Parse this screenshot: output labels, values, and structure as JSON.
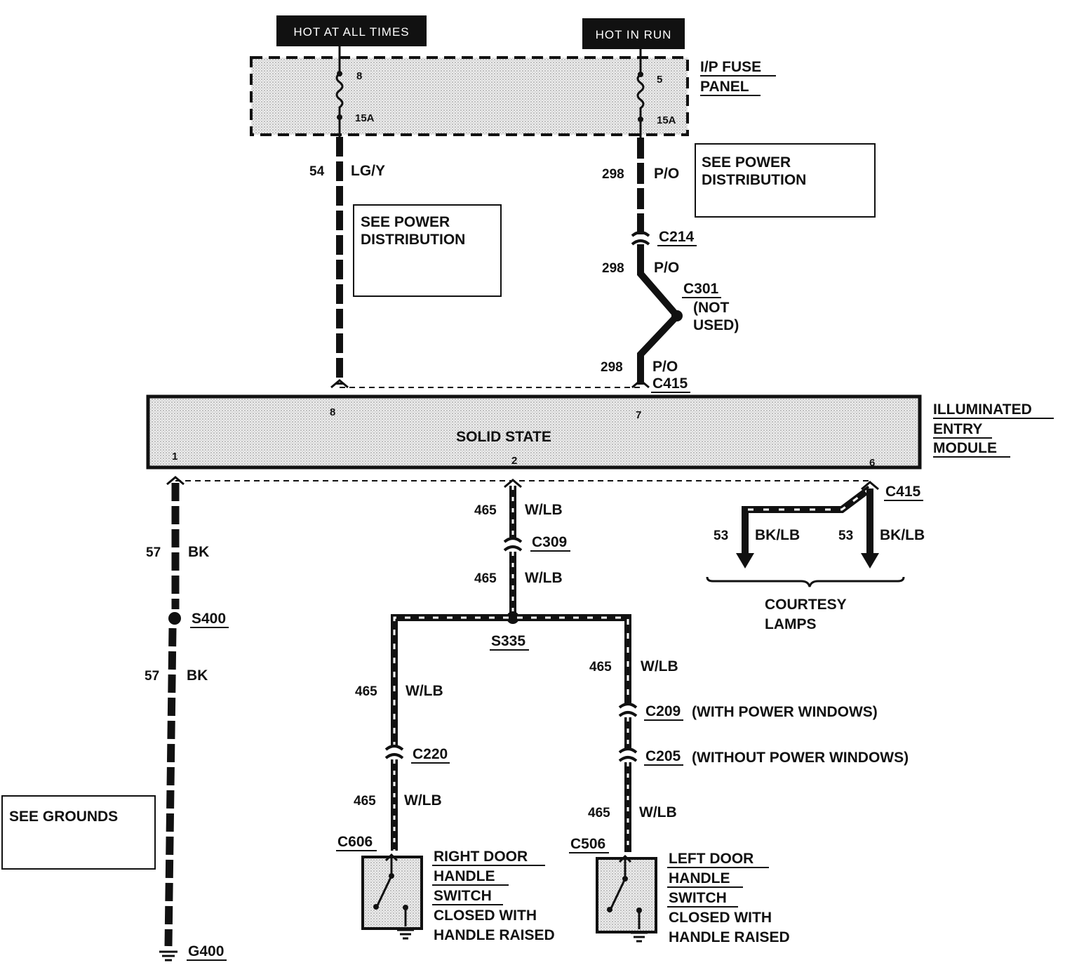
{
  "hot": {
    "always": "HOT AT ALL TIMES",
    "run": "HOT IN RUN"
  },
  "fuse_panel": {
    "title_1": "I/P FUSE",
    "title_2": "PANEL",
    "left_fuse_num": "8",
    "left_fuse_amp": "15A",
    "right_fuse_num": "5",
    "right_fuse_amp": "15A"
  },
  "notes": {
    "power_dist_1": "SEE POWER",
    "power_dist_2": "DISTRIBUTION",
    "grounds": "SEE GROUNDS"
  },
  "wires": {
    "w54": {
      "circuit": "54",
      "color": "LG/Y"
    },
    "w298": {
      "circuit": "298",
      "color": "P/O"
    },
    "w57": {
      "circuit": "57",
      "color": "BK"
    },
    "w465": {
      "circuit": "465",
      "color": "W/LB"
    },
    "w53": {
      "circuit": "53",
      "color": "BK/LB"
    }
  },
  "connectors": {
    "c214": "C214",
    "c301": "C301",
    "c301_note_1": "(NOT",
    "c301_note_2": "USED)",
    "c415": "C415",
    "c309": "C309",
    "c220": "C220",
    "c209": "C209",
    "c209_note": "(WITH POWER WINDOWS)",
    "c205": "C205",
    "c205_note": "(WITHOUT POWER WINDOWS)",
    "c606": "C606",
    "c506": "C506"
  },
  "splices": {
    "s400": "S400",
    "s335": "S335"
  },
  "ground": {
    "g400": "G400"
  },
  "module": {
    "label_1": "ILLUMINATED",
    "label_2": "ENTRY",
    "label_3": "MODULE",
    "inner": "SOLID STATE",
    "pin_top_left": "8",
    "pin_top_right": "7",
    "pin_bottom_left": "1",
    "pin_bottom_mid": "2",
    "pin_bottom_right": "6"
  },
  "courtesy": {
    "line_1": "COURTESY",
    "line_2": "LAMPS"
  },
  "right_switch": {
    "l1": "RIGHT DOOR",
    "l2": "HANDLE",
    "l3": "SWITCH",
    "l4": "CLOSED WITH",
    "l5": "HANDLE RAISED"
  },
  "left_switch": {
    "l1": "LEFT DOOR",
    "l2": "HANDLE",
    "l3": "SWITCH",
    "l4": "CLOSED WITH",
    "l5": "HANDLE RAISED"
  }
}
